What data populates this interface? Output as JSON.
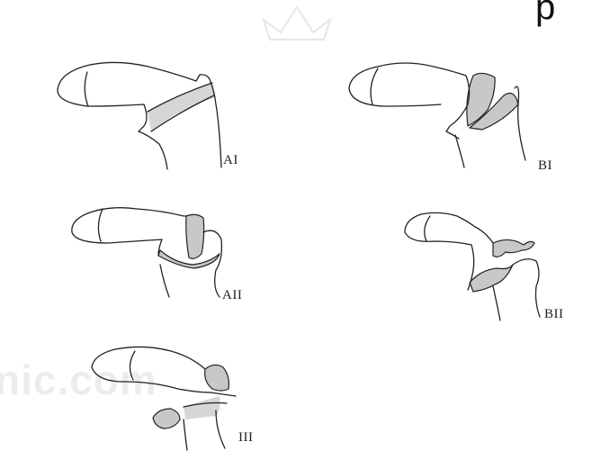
{
  "figure": {
    "header_fragment": "p",
    "watermark_text": "nic.com",
    "labels": {
      "ai": "AI",
      "bi": "BI",
      "aii": "AII",
      "bii": "BII",
      "iii": "III"
    }
  }
}
